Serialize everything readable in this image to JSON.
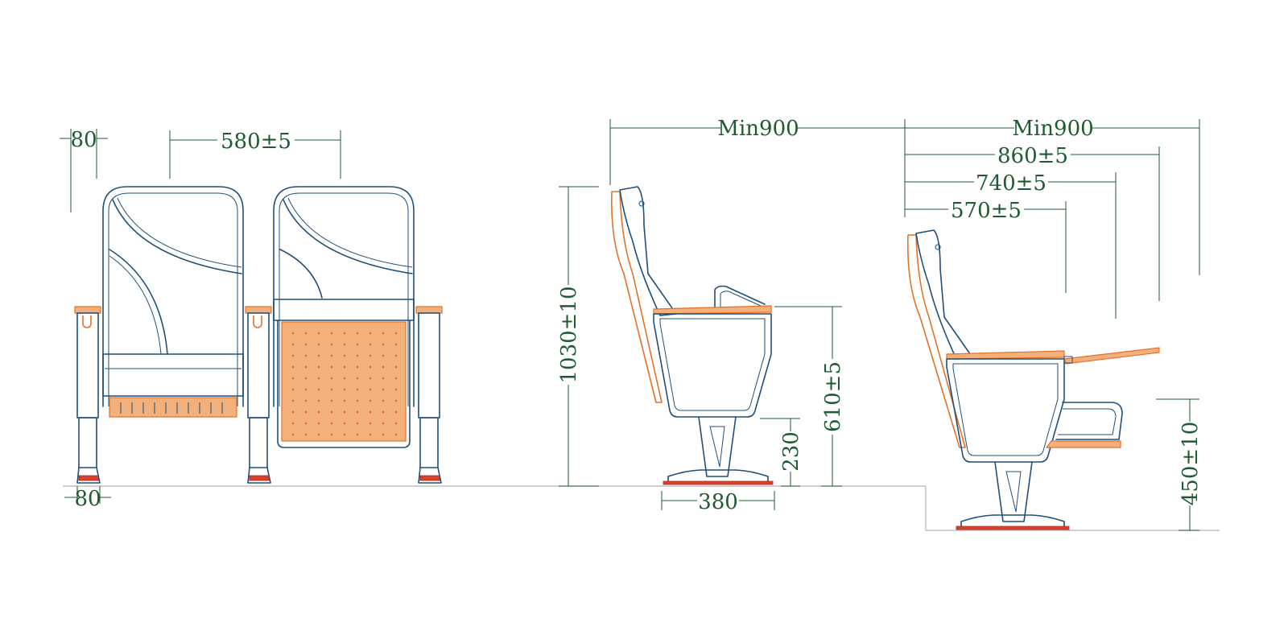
{
  "dimensions": {
    "arm_width_top": "80",
    "seat_pitch": "580±5",
    "arm_width_bottom": "80",
    "row_spacing_1": "Min900",
    "row_spacing_2": "Min900",
    "depth_860": "860±5",
    "depth_740": "740±5",
    "depth_570": "570±5",
    "total_height": "1030±10",
    "arm_height": "610±5",
    "base_height": "230",
    "base_width": "380",
    "step_height": "450±10"
  },
  "colors": {
    "frame": "#1f4f7a",
    "wood": "#e2722a",
    "dimension": "#1e5a32",
    "floor": "#b5b5b5"
  }
}
